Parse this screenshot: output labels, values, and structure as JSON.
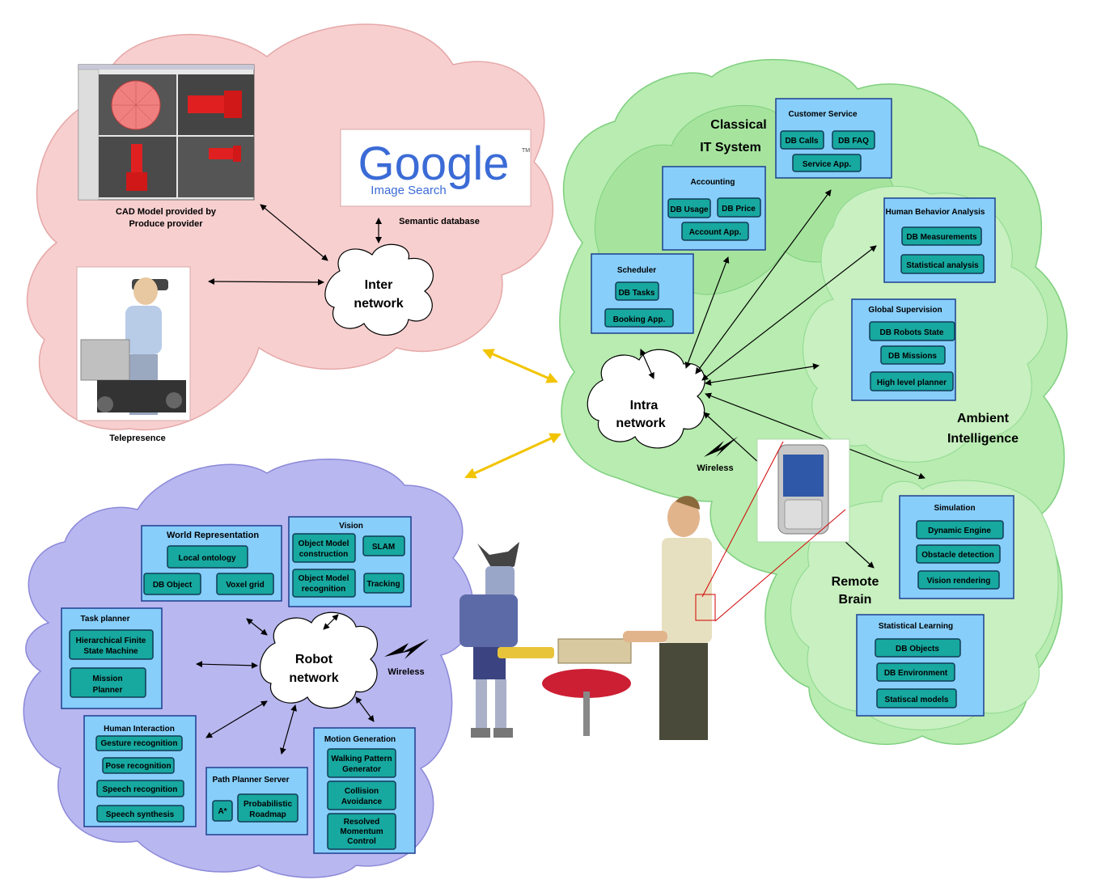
{
  "internet_cloud": {
    "cad_caption": [
      "CAD Model provided by",
      "Produce provider"
    ],
    "google_word": "Google",
    "google_tm": "TM",
    "google_sub": "Image Search",
    "semantic_caption": "Semantic database",
    "telepresence_caption": "Telepresence",
    "network_label": [
      "Inter",
      "network"
    ]
  },
  "it_cloud": {
    "classical_label": [
      "Classical",
      "IT System"
    ],
    "ambient_label": [
      "Ambient",
      "Intelligence"
    ],
    "remote_brain_label": [
      "Remote",
      "Brain"
    ],
    "network_label": [
      "Intra",
      "network"
    ],
    "wireless_label": "Wireless",
    "boxes": {
      "customer_service": {
        "title": "Customer Service",
        "items": [
          "DB Calls",
          "DB FAQ",
          "Service App."
        ]
      },
      "accounting": {
        "title": "Accounting",
        "items": [
          "DB Usage",
          "DB Price",
          "Account App."
        ]
      },
      "scheduler": {
        "title": "Scheduler",
        "items": [
          "DB Tasks",
          "Booking App."
        ]
      },
      "human_behavior": {
        "title": "Human Behavior Analysis",
        "items": [
          "DB Measurements",
          "Statistical analysis"
        ]
      },
      "global_supervision": {
        "title": "Global Supervision",
        "items": [
          "DB Robots State",
          "DB Missions",
          "High level planner"
        ]
      },
      "simulation": {
        "title": "Simulation",
        "items": [
          "Dynamic Engine",
          "Obstacle detection",
          "Vision rendering"
        ]
      },
      "statistical_learning": {
        "title": "Statistical Learning",
        "items": [
          "DB Objects",
          "DB Environment",
          "Statiscal models"
        ]
      }
    }
  },
  "robot_cloud": {
    "network_label": [
      "Robot",
      "network"
    ],
    "wireless_label": "Wireless",
    "boxes": {
      "world_representation": {
        "title": "World Representation",
        "items": [
          "Local ontology",
          "DB Object",
          "Voxel grid"
        ]
      },
      "vision": {
        "title": "Vision",
        "items": [
          [
            "Object Model",
            "construction"
          ],
          "SLAM",
          [
            "Object Model",
            "recognition"
          ],
          "Tracking"
        ]
      },
      "task_planner": {
        "title": "Task planner",
        "items": [
          [
            "Hierarchical Finite",
            "State Machine"
          ],
          [
            "Mission",
            "Planner"
          ]
        ]
      },
      "human_interaction": {
        "title": "Human Interaction",
        "items": [
          "Gesture recognition",
          "Pose recognition",
          "Speech recognition",
          "Speech synthesis"
        ]
      },
      "path_planner": {
        "title": "Path Planner Server",
        "items": [
          "A*",
          [
            "Probabilistic",
            "Roadmap"
          ]
        ]
      },
      "motion_generation": {
        "title": "Motion Generation",
        "items": [
          [
            "Walking Pattern",
            "Generator"
          ],
          [
            "Collision",
            "Avoidance"
          ],
          [
            "Resolved",
            "Momentum",
            "Control"
          ]
        ]
      }
    }
  },
  "colors": {
    "internet_cloud": "#f8cfcf",
    "it_cloud": "#b8ecb0",
    "robot_cloud": "#b9b7f0",
    "box": "#87cefa",
    "pill": "#17a8a0",
    "yellow_arrow": "#f2c400"
  }
}
